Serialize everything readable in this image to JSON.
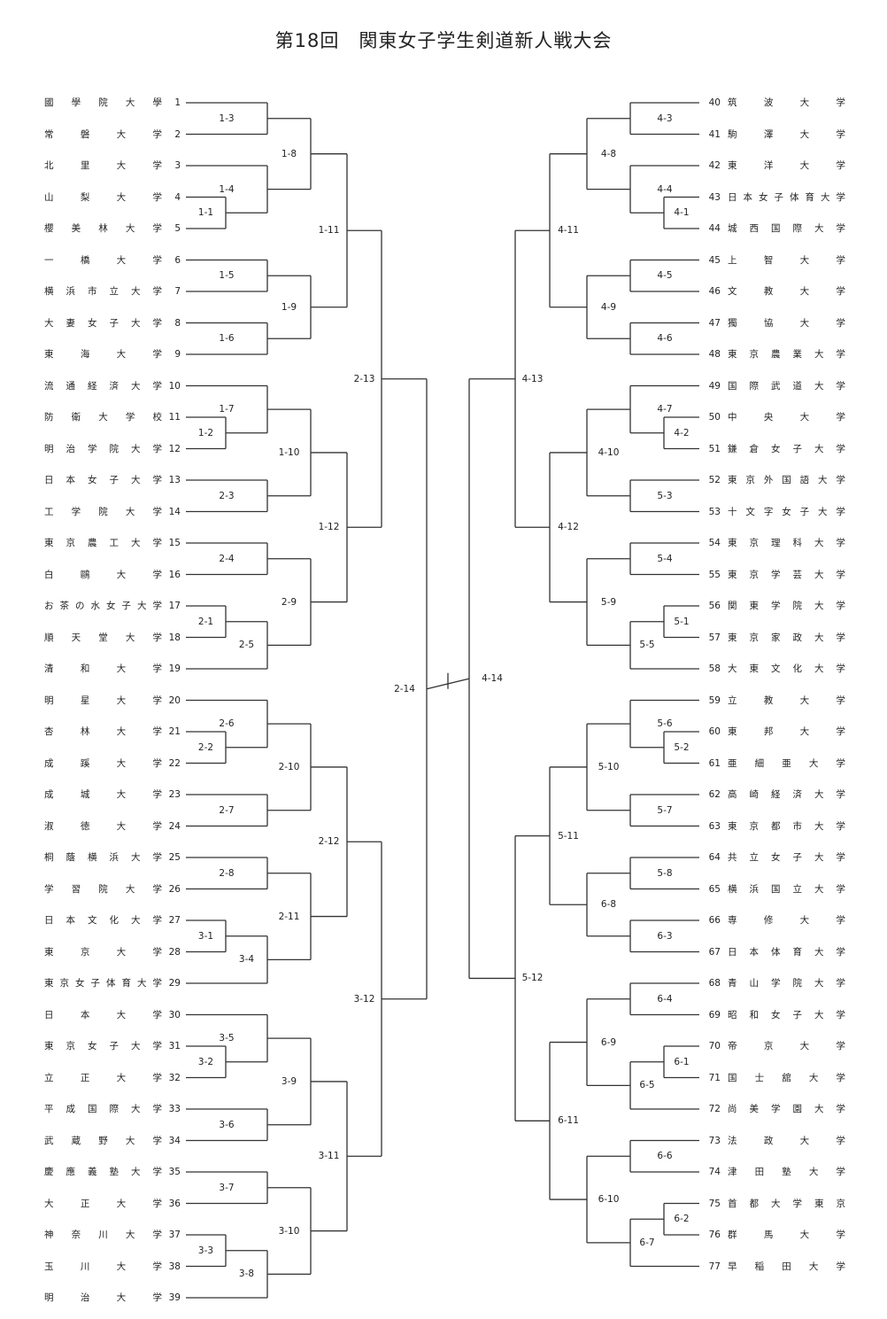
{
  "title": "第18回　関東女子学生剣道新人戦大会",
  "left_teams": [
    {
      "num": "1",
      "name": "國學院大學"
    },
    {
      "num": "2",
      "name": "常磐大学"
    },
    {
      "num": "3",
      "name": "北里大学"
    },
    {
      "num": "4",
      "name": "山梨大学"
    },
    {
      "num": "5",
      "name": "櫻美林大学"
    },
    {
      "num": "6",
      "name": "一橋大学"
    },
    {
      "num": "7",
      "name": "横浜市立大学"
    },
    {
      "num": "8",
      "name": "大妻女子大学"
    },
    {
      "num": "9",
      "name": "東海大学"
    },
    {
      "num": "10",
      "name": "流通経済大学"
    },
    {
      "num": "11",
      "name": "防衛大学校"
    },
    {
      "num": "12",
      "name": "明治学院大学"
    },
    {
      "num": "13",
      "name": "日本女子大学"
    },
    {
      "num": "14",
      "name": "工学院大学"
    },
    {
      "num": "15",
      "name": "東京農工大学"
    },
    {
      "num": "16",
      "name": "白鷗大学"
    },
    {
      "num": "17",
      "name": "お茶の水女子大学"
    },
    {
      "num": "18",
      "name": "順天堂大学"
    },
    {
      "num": "19",
      "name": "清和大学"
    },
    {
      "num": "20",
      "name": "明星大学"
    },
    {
      "num": "21",
      "name": "杏林大学"
    },
    {
      "num": "22",
      "name": "成蹊大学"
    },
    {
      "num": "23",
      "name": "成城大学"
    },
    {
      "num": "24",
      "name": "淑徳大学"
    },
    {
      "num": "25",
      "name": "桐蔭横浜大学"
    },
    {
      "num": "26",
      "name": "学習院大学"
    },
    {
      "num": "27",
      "name": "日本文化大学"
    },
    {
      "num": "28",
      "name": "東京大学"
    },
    {
      "num": "29",
      "name": "東京女子体育大学"
    },
    {
      "num": "30",
      "name": "日本大学"
    },
    {
      "num": "31",
      "name": "東京女子大学"
    },
    {
      "num": "32",
      "name": "立正大学"
    },
    {
      "num": "33",
      "name": "平成国際大学"
    },
    {
      "num": "34",
      "name": "武蔵野大学"
    },
    {
      "num": "35",
      "name": "慶應義塾大学"
    },
    {
      "num": "36",
      "name": "大正大学"
    },
    {
      "num": "37",
      "name": "神奈川大学"
    },
    {
      "num": "38",
      "name": "玉川大学"
    },
    {
      "num": "39",
      "name": "明治大学"
    }
  ],
  "right_teams": [
    {
      "num": "40",
      "name": "筑波大学"
    },
    {
      "num": "41",
      "name": "駒澤大学"
    },
    {
      "num": "42",
      "name": "東洋大学"
    },
    {
      "num": "43",
      "name": "日本女子体育大学"
    },
    {
      "num": "44",
      "name": "城西国際大学"
    },
    {
      "num": "45",
      "name": "上智大学"
    },
    {
      "num": "46",
      "name": "文教大学"
    },
    {
      "num": "47",
      "name": "獨協大学"
    },
    {
      "num": "48",
      "name": "東京農業大学"
    },
    {
      "num": "49",
      "name": "国際武道大学"
    },
    {
      "num": "50",
      "name": "中央大学"
    },
    {
      "num": "51",
      "name": "鎌倉女子大学"
    },
    {
      "num": "52",
      "name": "東京外国語大学"
    },
    {
      "num": "53",
      "name": "十文字女子大学"
    },
    {
      "num": "54",
      "name": "東京理科大学"
    },
    {
      "num": "55",
      "name": "東京学芸大学"
    },
    {
      "num": "56",
      "name": "関東学院大学"
    },
    {
      "num": "57",
      "name": "東京家政大学"
    },
    {
      "num": "58",
      "name": "大東文化大学"
    },
    {
      "num": "59",
      "name": "立教大学"
    },
    {
      "num": "60",
      "name": "東邦大学"
    },
    {
      "num": "61",
      "name": "亜細亜大学"
    },
    {
      "num": "62",
      "name": "高崎経済大学"
    },
    {
      "num": "63",
      "name": "東京都市大学"
    },
    {
      "num": "64",
      "name": "共立女子大学"
    },
    {
      "num": "65",
      "name": "横浜国立大学"
    },
    {
      "num": "66",
      "name": "専修大学"
    },
    {
      "num": "67",
      "name": "日本体育大学"
    },
    {
      "num": "68",
      "name": "青山学院大学"
    },
    {
      "num": "69",
      "name": "昭和女子大学"
    },
    {
      "num": "70",
      "name": "帝京大学"
    },
    {
      "num": "71",
      "name": "国士舘大学"
    },
    {
      "num": "72",
      "name": "尚美学園大学"
    },
    {
      "num": "73",
      "name": "法政大学"
    },
    {
      "num": "74",
      "name": "津田塾大学"
    },
    {
      "num": "75",
      "name": "首都大学東京"
    },
    {
      "num": "76",
      "name": "群馬大学"
    },
    {
      "num": "77",
      "name": "早稲田大学"
    }
  ],
  "match_labels": {
    "m1-1": "1-1",
    "m1-2": "1-2",
    "m1-3": "1-3",
    "m1-4": "1-4",
    "m1-5": "1-5",
    "m1-6": "1-6",
    "m1-7": "1-7",
    "m1-8": "1-8",
    "m1-9": "1-9",
    "m1-10": "1-10",
    "m1-11": "1-11",
    "m1-12": "1-12",
    "m2-1": "2-1",
    "m2-2": "2-2",
    "m2-3": "2-3",
    "m2-4": "2-4",
    "m2-5": "2-5",
    "m2-6": "2-6",
    "m2-7": "2-7",
    "m2-8": "2-8",
    "m2-9": "2-9",
    "m2-10": "2-10",
    "m2-11": "2-11",
    "m2-12": "2-12",
    "m2-13": "2-13",
    "m2-14": "2-14",
    "m3-1": "3-1",
    "m3-2": "3-2",
    "m3-3": "3-3",
    "m3-4": "3-4",
    "m3-5": "3-5",
    "m3-6": "3-6",
    "m3-7": "3-7",
    "m3-8": "3-8",
    "m3-9": "3-9",
    "m3-10": "3-10",
    "m3-11": "3-11",
    "m3-12": "3-12",
    "m4-1": "4-1",
    "m4-2": "4-2",
    "m4-3": "4-3",
    "m4-4": "4-4",
    "m4-5": "4-5",
    "m4-6": "4-6",
    "m4-7": "4-7",
    "m4-8": "4-8",
    "m4-9": "4-9",
    "m4-10": "4-10",
    "m4-11": "4-11",
    "m4-12": "4-12",
    "m4-13": "4-13",
    "m4-14": "4-14",
    "m5-1": "5-1",
    "m5-2": "5-2",
    "m5-3": "5-3",
    "m5-4": "5-4",
    "m5-5": "5-5",
    "m5-6": "5-6",
    "m5-7": "5-7",
    "m5-8": "5-8",
    "m5-9": "5-9",
    "m5-10": "5-10",
    "m5-11": "5-11",
    "m5-12": "5-12",
    "m6-1": "6-1",
    "m6-2": "6-2",
    "m6-3": "6-3",
    "m6-4": "6-4",
    "m6-5": "6-5",
    "m6-6": "6-6",
    "m6-7": "6-7",
    "m6-8": "6-8",
    "m6-9": "6-9",
    "m6-10": "6-10",
    "m6-11": "6-11"
  }
}
